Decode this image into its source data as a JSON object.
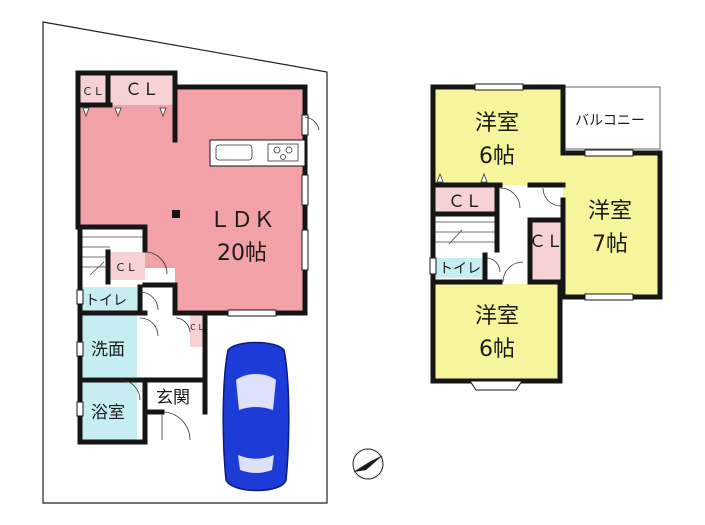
{
  "floor1": {
    "ldk_name": "ＬＤＫ",
    "ldk_size": "20帖",
    "cl_small": "ＣＬ",
    "cl_large": "ＣＬ",
    "cl_stair": "ＣＬ",
    "cl_tiny": "ＣＬ",
    "toilet": "トイレ",
    "washroom": "洗面",
    "bathroom": "浴室",
    "entrance": "玄関"
  },
  "floor2": {
    "room_a_name": "洋室",
    "room_a_size": "6帖",
    "room_b_name": "洋室",
    "room_b_size": "7帖",
    "room_c_name": "洋室",
    "room_c_size": "6帖",
    "balcony": "バルコニー",
    "cl_a": "ＣＬ",
    "cl_b": "ＣＬ",
    "toilet": "トイレ"
  },
  "colors": {
    "ldk": "#f2a1a6",
    "western_room": "#f6f59b",
    "wet_area": "#c6eef2",
    "closet": "#f6d2d4",
    "wall": "#151515",
    "car": "#1d3bd6"
  },
  "icons": [
    "compass-icon",
    "car-icon",
    "kitchen-sink-icon",
    "stove-icon"
  ]
}
